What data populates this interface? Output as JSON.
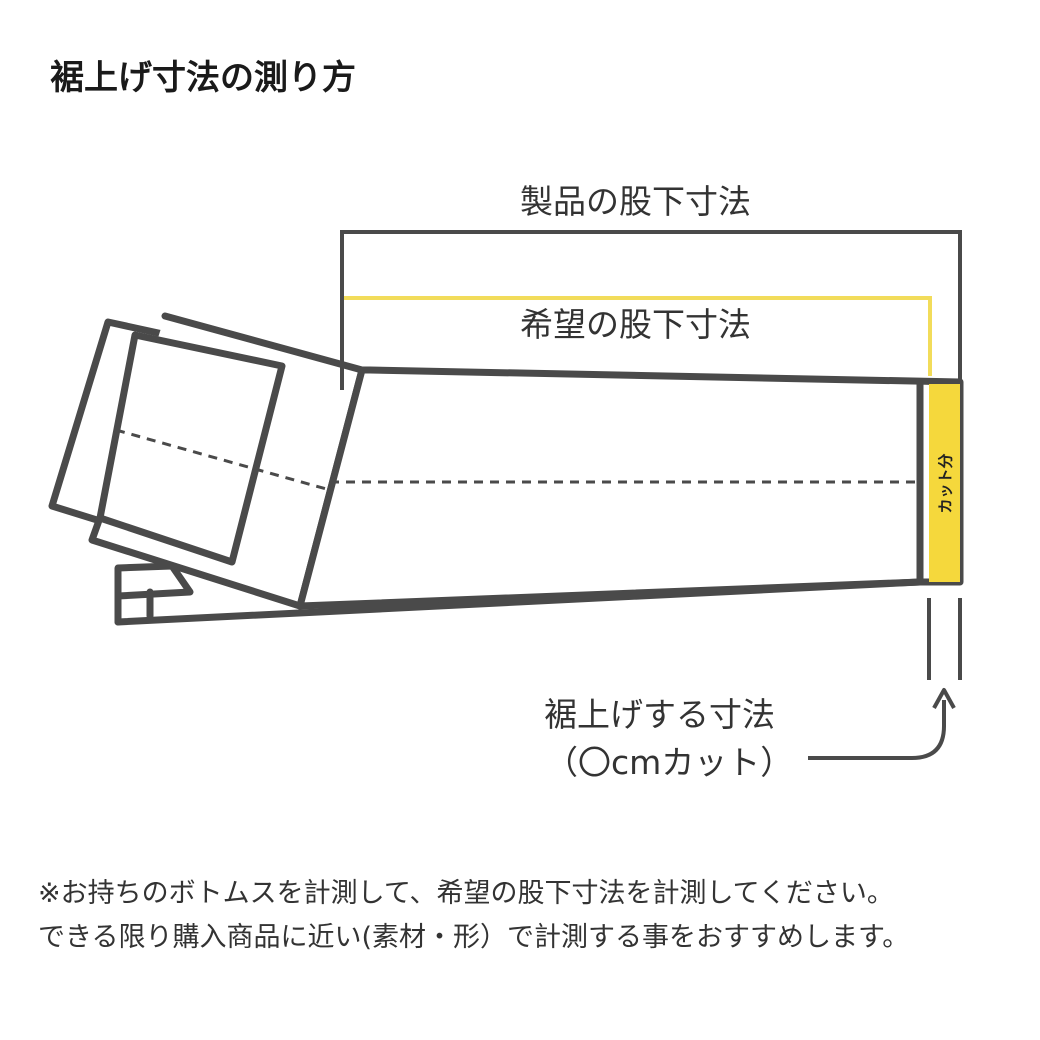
{
  "title": "裾上げ寸法の測り方",
  "labels": {
    "product_inseam": "製品の股下寸法",
    "desired_inseam": "希望の股下寸法",
    "cut_portion": "カット分",
    "hem_amount_line1": "裾上げする寸法",
    "hem_amount_line2": "（〇cmカット）"
  },
  "note": {
    "line1": "※お持ちのボトムスを計測して、希望の股下寸法を計測してください。",
    "line2": "できる限り購入商品に近い(素材・形）で計測する事をおすすめします。"
  },
  "colors": {
    "outline": "#4a4a4a",
    "highlight": "#f5d83c",
    "desired_line": "#f2dc5a",
    "text": "#333333",
    "background": "#ffffff"
  }
}
